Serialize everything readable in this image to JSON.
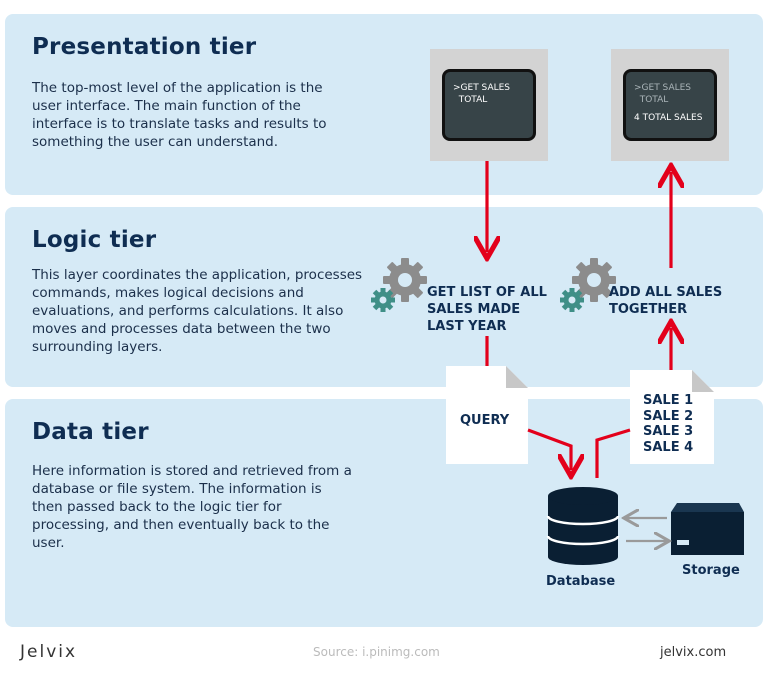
{
  "tiers": [
    {
      "title": "Presentation tier",
      "description": "The top-most level of the application is the user interface. The main function of the interface is to translate tasks and results to something the user can understand."
    },
    {
      "title": "Logic tier",
      "description": "This layer coordinates the application, processes commands, makes logical decisions and evaluations, and performs calculations. It also moves and processes data between the two surrounding layers."
    },
    {
      "title": "Data tier",
      "description": "Here information is stored and retrieved from a database or file system. The information is then passed back to the logic tier for processing, and then eventually back to the user."
    }
  ],
  "monitors": {
    "left_screen": ">GET SALES\n  TOTAL",
    "right_screen": ">GET SALES\n  TOTAL",
    "right_result": "4 TOTAL SALES"
  },
  "steps": {
    "left": "GET LIST OF ALL\nSALES MADE\nLAST YEAR",
    "right": "ADD ALL SALES\nTOGETHER"
  },
  "documents": {
    "query": "QUERY",
    "sales": "SALE 1\nSALE 2\nSALE 3\nSALE 4"
  },
  "labels": {
    "database": "Database",
    "storage": "Storage"
  },
  "footer": {
    "brand": "Jelvix",
    "source": "Source: i.pinimg.com",
    "site": "jelvix.com"
  },
  "colors": {
    "panel": "#d6eaf6",
    "heading": "#0f2d52",
    "arrow": "#e3001b",
    "gear_large": "#8c8c8c",
    "gear_small": "#3f8f87",
    "database": "#0a1f33",
    "monitor_frame": "#d3d3d3"
  },
  "icons": [
    "gear-icon",
    "database-icon",
    "storage-icon",
    "document-icon"
  ]
}
